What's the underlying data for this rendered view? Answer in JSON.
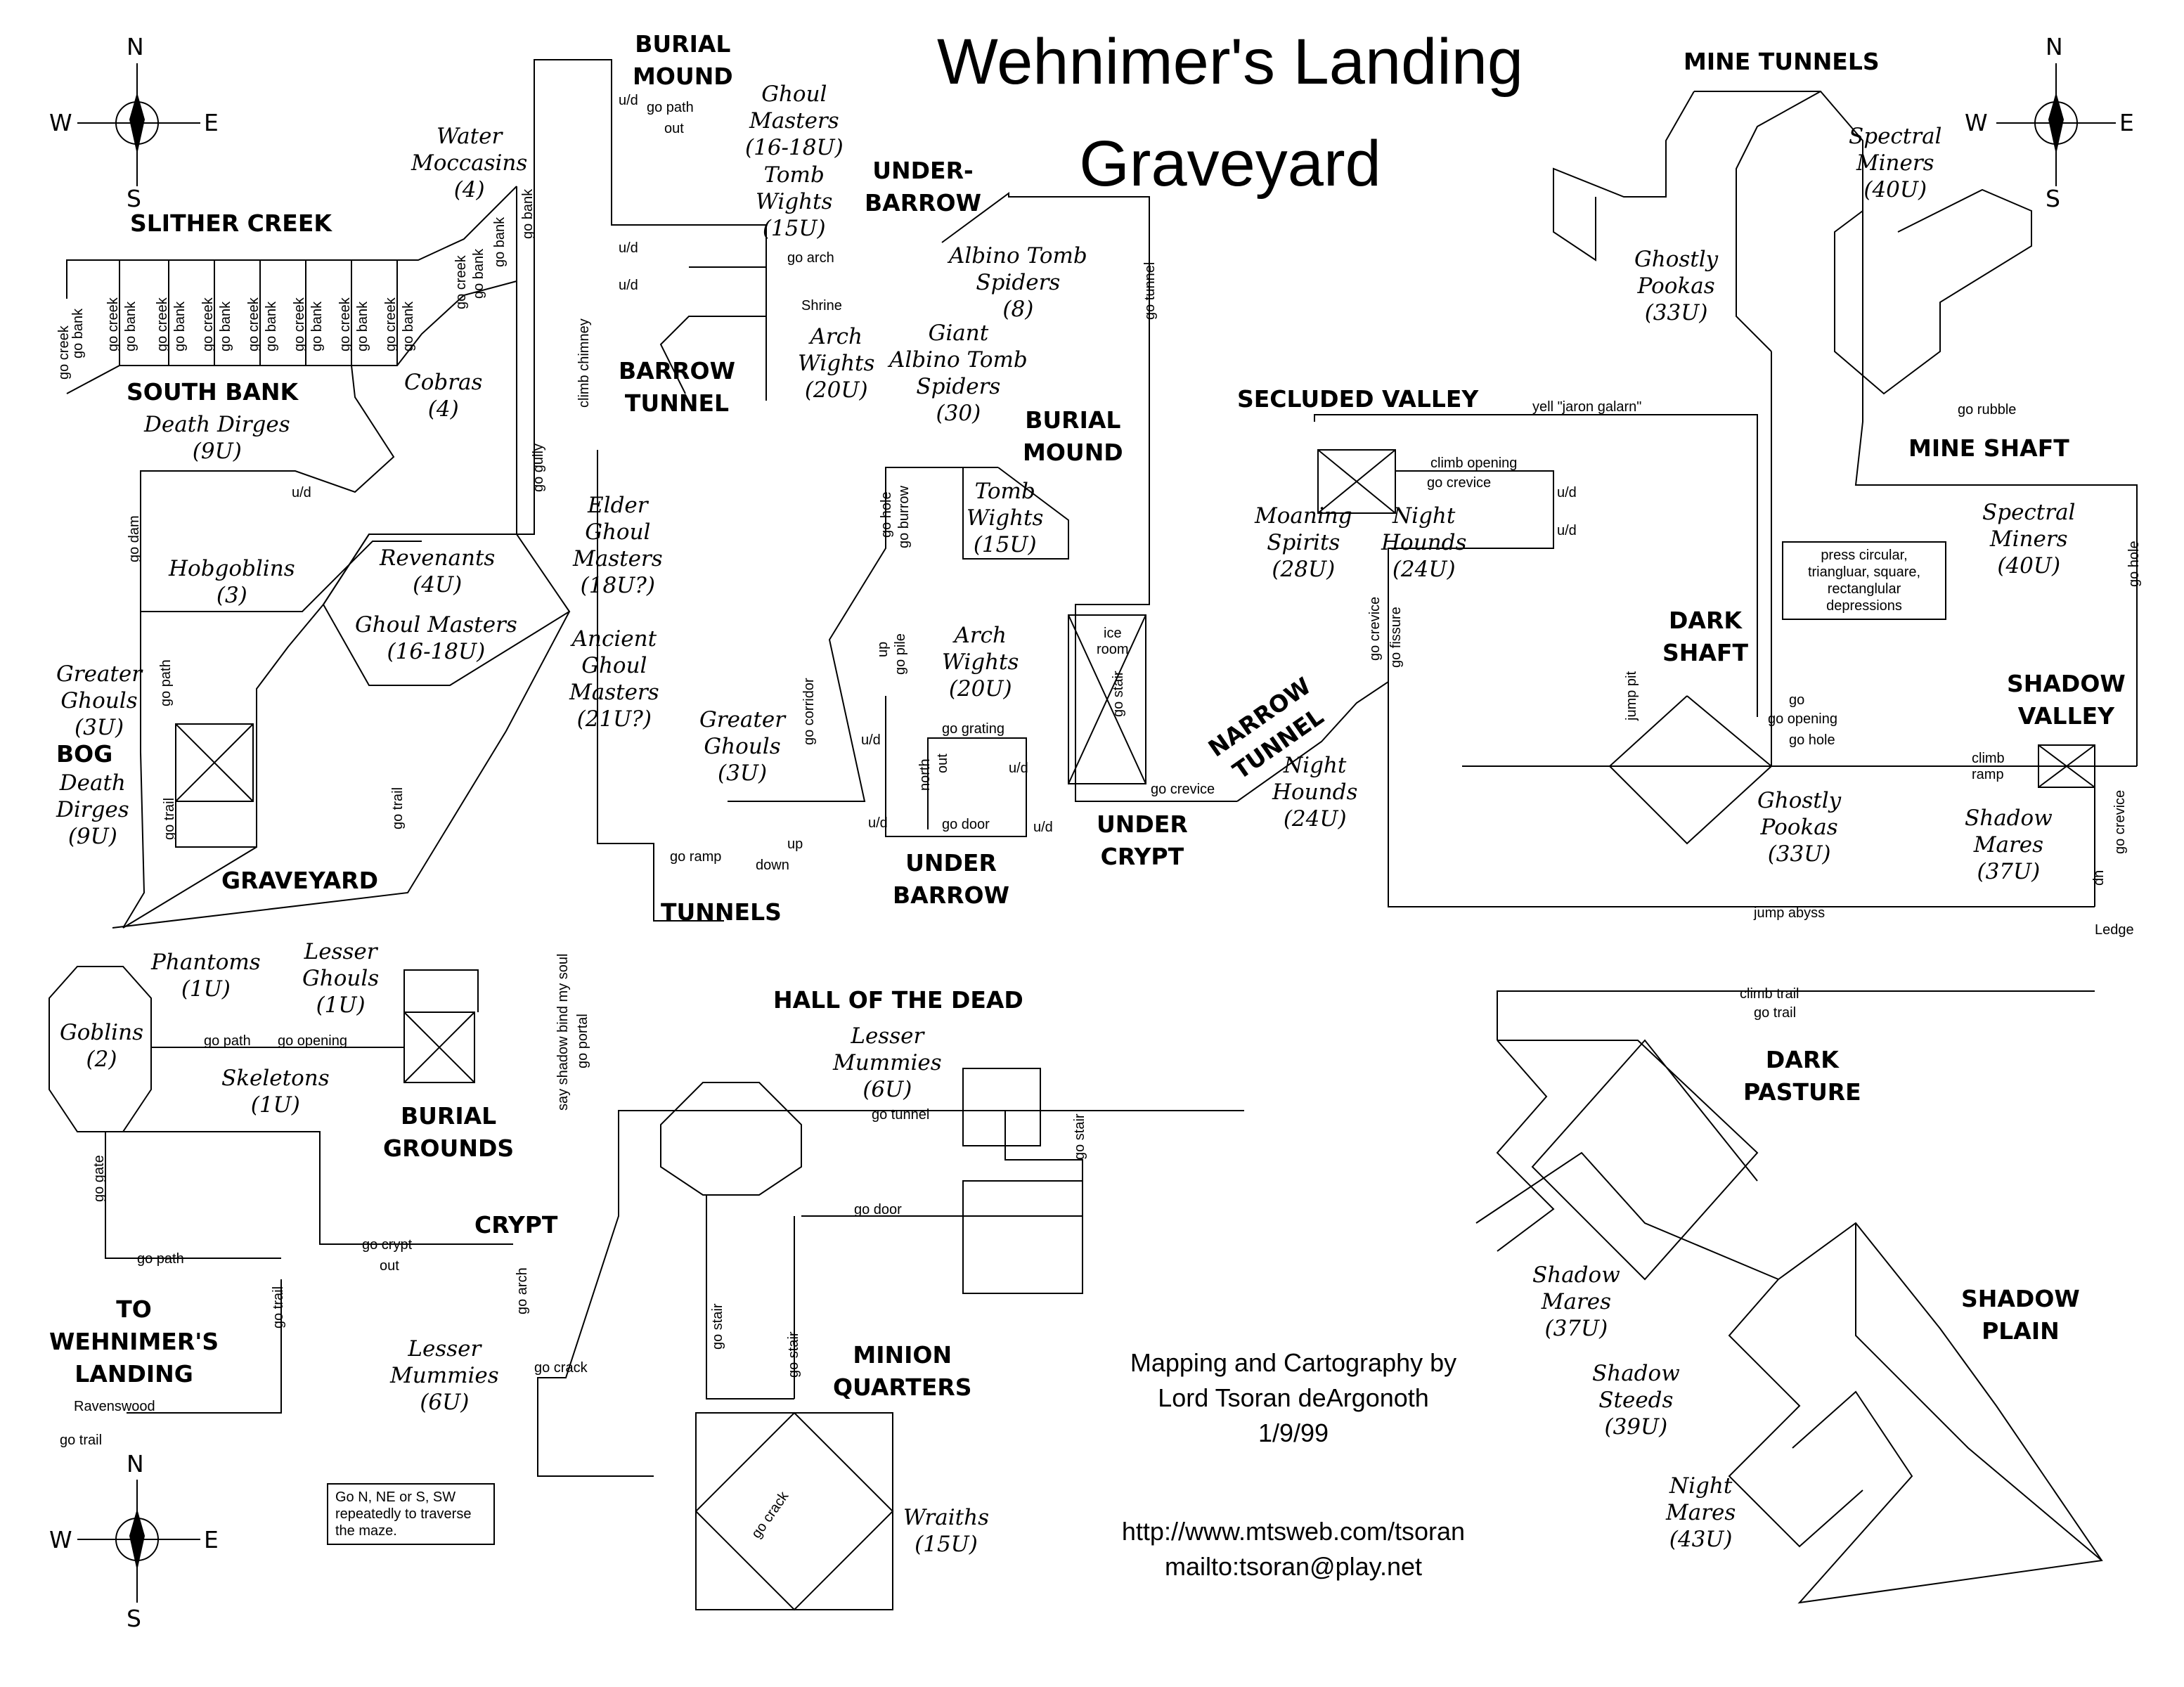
{
  "title": {
    "line1": "Wehnimer's Landing",
    "line2": "Graveyard"
  },
  "areas": {
    "slither_creek": "SLITHER CREEK",
    "south_bank": "SOUTH BANK",
    "burial_mound_top": [
      "BURIAL",
      "MOUND"
    ],
    "underbarrow_top": [
      "UNDER-",
      "BARROW"
    ],
    "barrow_tunnel": [
      "BARROW",
      "TUNNEL"
    ],
    "burial_mound_mid": [
      "BURIAL",
      "MOUND"
    ],
    "bog": "BOG",
    "graveyard": "GRAVEYARD",
    "tunnels": "TUNNELS",
    "under_barrow": [
      "UNDER",
      "BARROW"
    ],
    "under_crypt": [
      "UNDER",
      "CRYPT"
    ],
    "narrow_tunnel": [
      "NARROW",
      "TUNNEL"
    ],
    "secluded_valley": "SECLUDED VALLEY",
    "mine_tunnels": "MINE TUNNELS",
    "mine_shaft": "MINE SHAFT",
    "dark_shaft": [
      "DARK",
      "SHAFT"
    ],
    "shadow_valley": [
      "SHADOW",
      "VALLEY"
    ],
    "burial_grounds": [
      "BURIAL",
      "GROUNDS"
    ],
    "hall_of_the_dead": "HALL OF THE DEAD",
    "crypt": "CRYPT",
    "minion_quarters": [
      "MINION",
      "QUARTERS"
    ],
    "to_wehnimers_landing": [
      "TO",
      "WEHNIMER'S",
      "LANDING"
    ],
    "dark_pasture": [
      "DARK",
      "PASTURE"
    ],
    "shadow_plain": [
      "SHADOW",
      "PLAIN"
    ]
  },
  "monsters": {
    "water_moccasins": [
      "Water",
      "Moccasins",
      "(4)"
    ],
    "cobras": [
      "Cobras",
      "(4)"
    ],
    "death_dirges_top": [
      "Death Dirges",
      "(9U)"
    ],
    "hobgoblins": [
      "Hobgoblins",
      "(3)"
    ],
    "revenants": [
      "Revenants",
      "(4U)"
    ],
    "ghoul_masters_mid": [
      "Ghoul Masters",
      "(16-18U)"
    ],
    "elder_ghoul_masters": [
      "Elder",
      "Ghoul",
      "Masters",
      "(18U?)"
    ],
    "ancient_ghoul_masters": [
      "Ancient",
      "Ghoul",
      "Masters",
      "(21U?)"
    ],
    "greater_ghouls_left": [
      "Greater",
      "Ghouls",
      "(3U)"
    ],
    "death_dirges_bog": [
      "Death",
      "Dirges",
      "(9U)"
    ],
    "ghoul_masters_top": [
      "Ghoul",
      "Masters",
      "(16-18U)"
    ],
    "tomb_wights_top": [
      "Tomb",
      "Wights",
      "(15U)"
    ],
    "albino_tomb_spiders": [
      "Albino Tomb",
      "Spiders",
      "(8)"
    ],
    "arch_wights_top": [
      "Arch",
      "Wights",
      "(20U)"
    ],
    "giant_albino_tomb_spiders": [
      "Giant",
      "Albino Tomb",
      "Spiders",
      "(30)"
    ],
    "tomb_wights_mid": [
      "Tomb",
      "Wights",
      "(15U)"
    ],
    "arch_wights_mid": [
      "Arch",
      "Wights",
      "(20U)"
    ],
    "greater_ghouls_tunnels": [
      "Greater",
      "Ghouls",
      "(3U)"
    ],
    "moaning_spirits": [
      "Moaning",
      "Spirits",
      "(28U)"
    ],
    "night_hounds_valley": [
      "Night",
      "Hounds",
      "(24U)"
    ],
    "night_hounds_tunnel": [
      "Night",
      "Hounds",
      "(24U)"
    ],
    "spectral_miners_top": [
      "Spectral",
      "Miners",
      "(40U)"
    ],
    "ghostly_pookas_top": [
      "Ghostly",
      "Pookas",
      "(33U)"
    ],
    "spectral_miners_mid": [
      "Spectral",
      "Miners",
      "(40U)"
    ],
    "ghostly_pookas_mid": [
      "Ghostly",
      "Pookas",
      "(33U)"
    ],
    "shadow_mares_valley": [
      "Shadow",
      "Mares",
      "(37U)"
    ],
    "phantoms": [
      "Phantoms",
      "(1U)"
    ],
    "lesser_ghouls": [
      "Lesser",
      "Ghouls",
      "(1U)"
    ],
    "goblins": [
      "Goblins",
      "(2)"
    ],
    "skeletons": [
      "Skeletons",
      "(1U)"
    ],
    "lesser_mummies_hall": [
      "Lesser",
      "Mummies",
      "(6U)"
    ],
    "lesser_mummies_crypt": [
      "Lesser",
      "Mummies",
      "(6U)"
    ],
    "wraiths": [
      "Wraiths",
      "(15U)"
    ],
    "shadow_mares_pasture": [
      "Shadow",
      "Mares",
      "(37U)"
    ],
    "shadow_steeds": [
      "Shadow",
      "Steeds",
      "(39U)"
    ],
    "night_mares": [
      "Night",
      "Mares",
      "(43U)"
    ]
  },
  "directions": {
    "go_creek": "go creek",
    "go_bank": "go bank",
    "go_dam": "go dam",
    "ud": "u/d",
    "go_gully": "go gully",
    "go_path": "go path",
    "out": "out",
    "go_arch": "go arch",
    "shrine": "Shrine",
    "go_tunnel": "go tunnel",
    "climb_chimney": "climb chimney",
    "go_hole": "go hole",
    "go_burrow": "go burrow",
    "go_corridor": "go corridor",
    "up": "up",
    "go_pile": "go pile",
    "go_grating": "go grating",
    "north": "north",
    "go_door": "go door",
    "go_ramp": "go ramp",
    "down": "down",
    "ice_room": [
      "ice",
      "room"
    ],
    "go_stair": "go stair",
    "go_crevice": "go crevice",
    "go_fissure": "go fissure",
    "climb_opening": "climb opening",
    "yell": "yell \"jaron galarn\"",
    "go_rubble": "go rubble",
    "jump_pit": "jump pit",
    "go_opening": "go opening",
    "climb_ramp": [
      "climb",
      "ramp"
    ],
    "jump_abyss": "jump abyss",
    "ledge": "Ledge",
    "dn": "dn",
    "climb_trail": "climb trail",
    "go_trail": "go trail",
    "go_gate": "go gate",
    "go_crypt": "go crypt",
    "go_crack": "go crack",
    "say_shadow": "say shadow bind my soul",
    "go_portal": "go portal",
    "ravenswood": "Ravenswood",
    "go": "go",
    "crack": "crack",
    "go_opening_short": "go"
  },
  "notes": {
    "press": "press circular, triangluar, square, rectanglular depressions",
    "maze": "Go N, NE or S, SW repeatedly to traverse the maze."
  },
  "credits": {
    "line1": "Mapping and Cartography by",
    "line2": "Lord Tsoran deArgonoth",
    "line3": "1/9/99",
    "url": "http://www.mtsweb.com/tsoran",
    "mail": "mailto:tsoran@play.net"
  },
  "compass": {
    "n": "N",
    "s": "S",
    "e": "E",
    "w": "W"
  }
}
